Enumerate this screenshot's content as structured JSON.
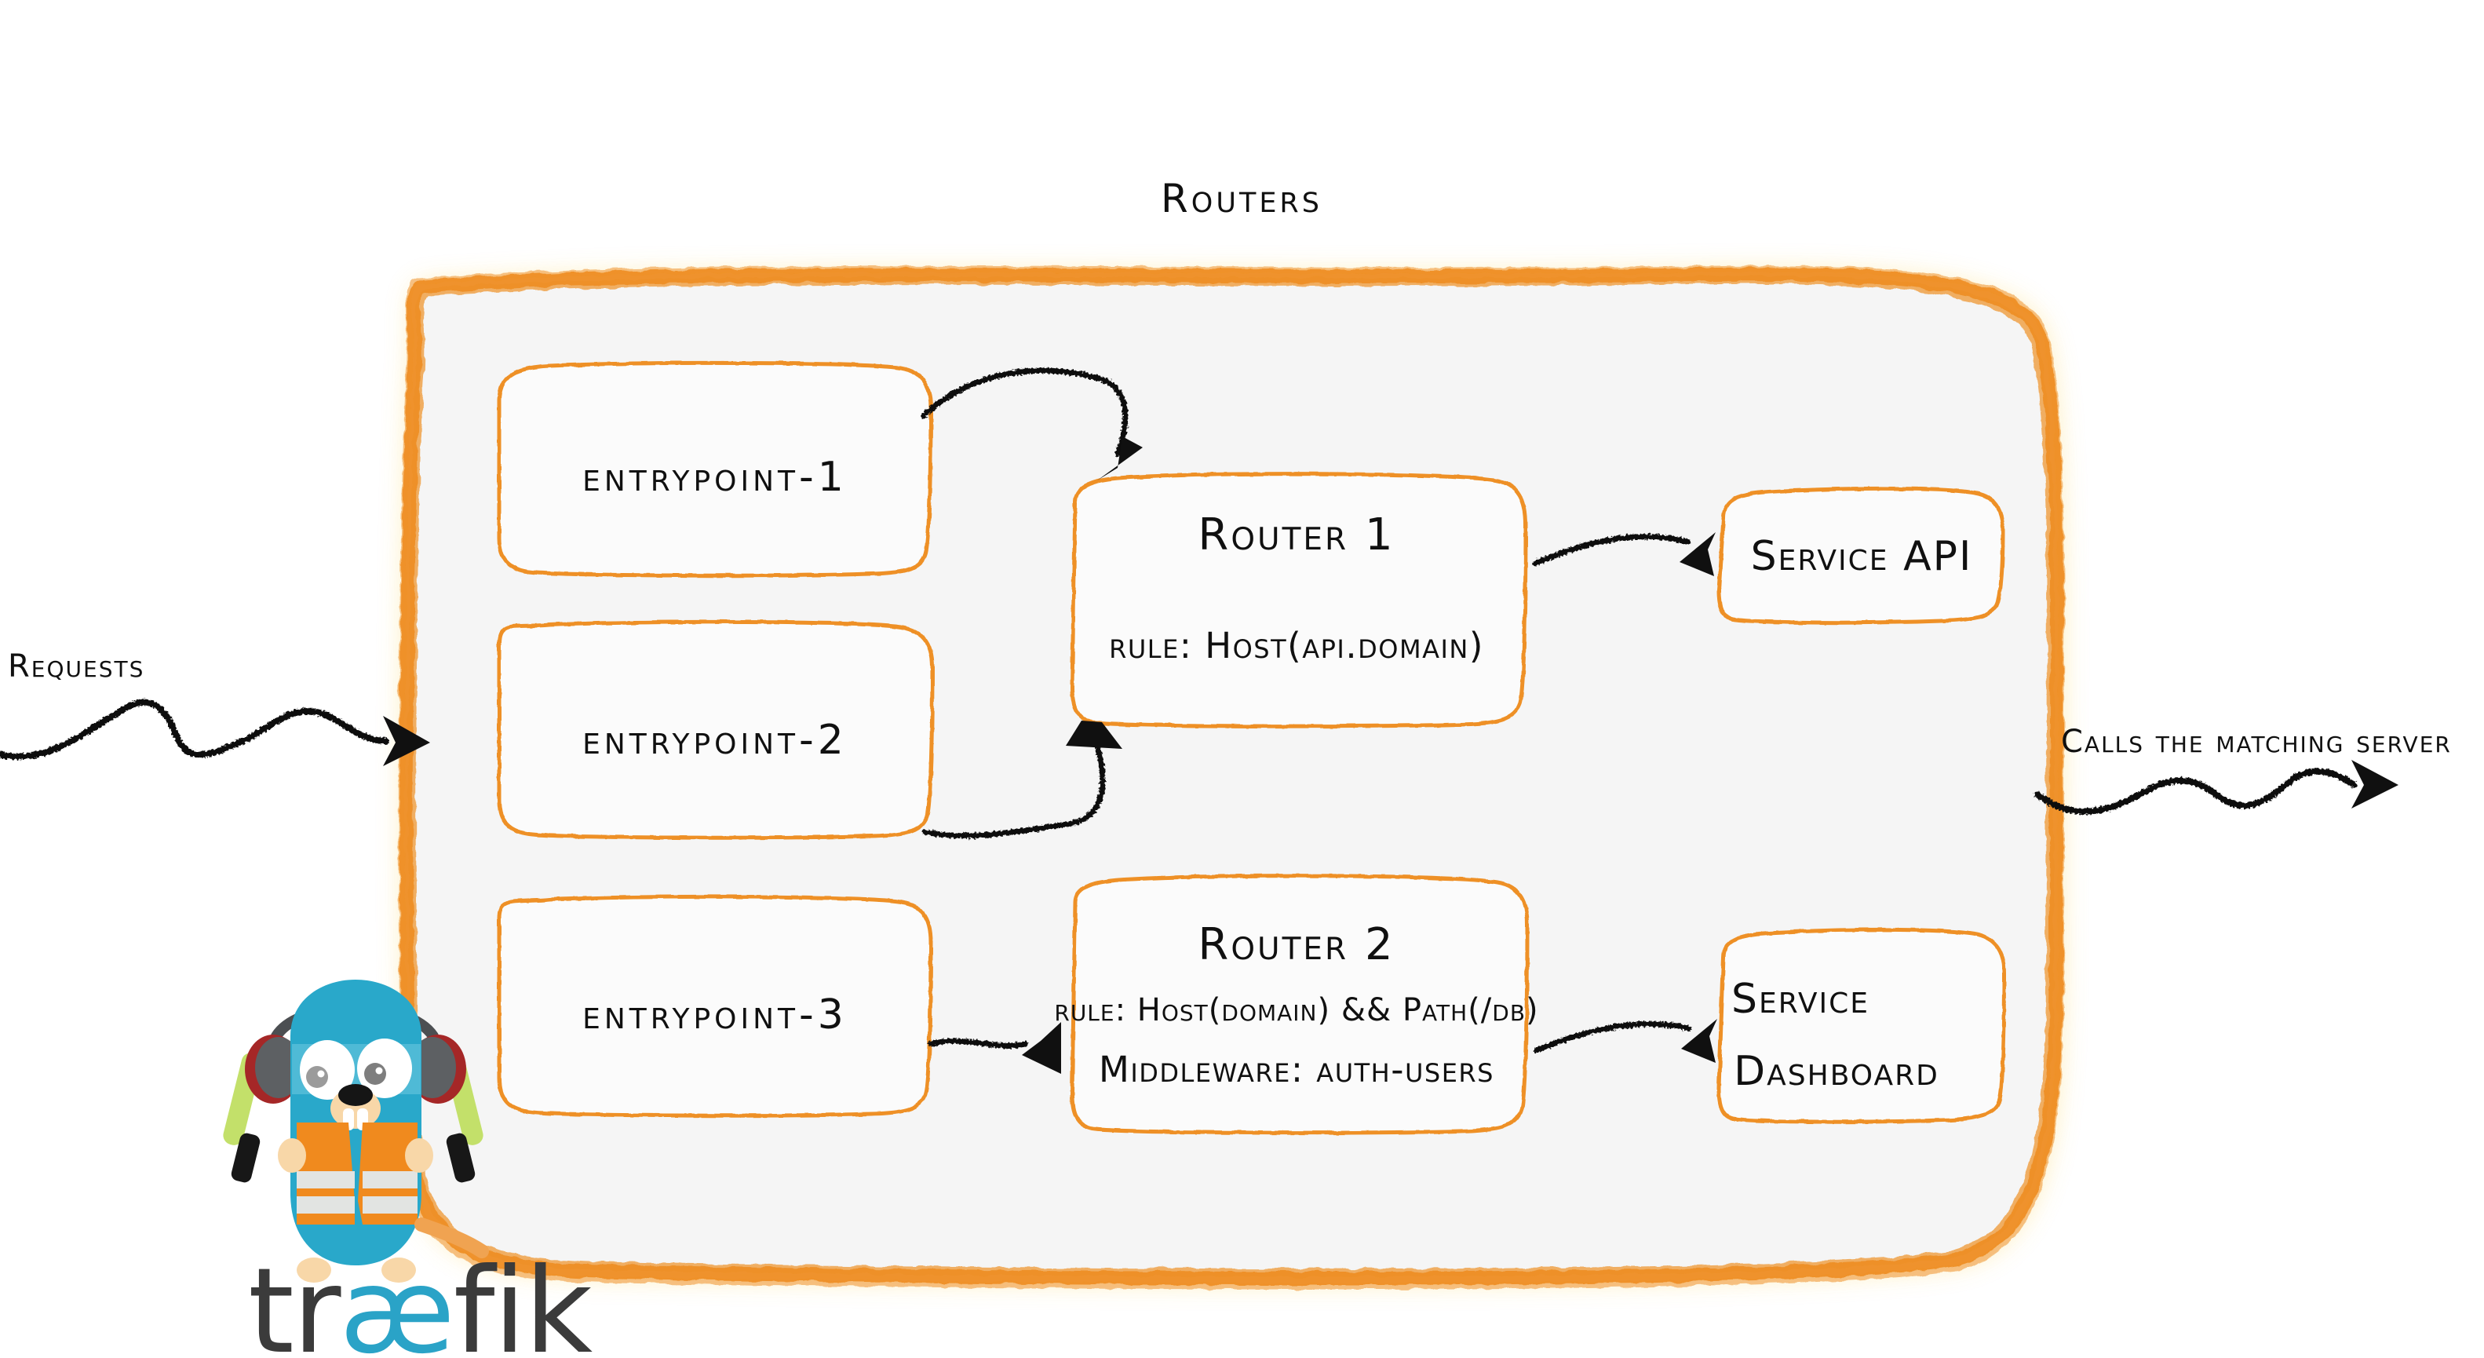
{
  "diagram": {
    "title": "Routers",
    "background": "#ffffff",
    "panel_fill": "#f5f5f5",
    "accent_orange": "#ee9025",
    "ink_black": "#101010",
    "glow": "#fdf3e2"
  },
  "left_label": {
    "text": "Requests",
    "arrow": "wavy-arrow-right"
  },
  "right_label": {
    "text": "Calls the matching server",
    "arrow": "wavy-arrow-right"
  },
  "entrypoints": [
    {
      "label": "entrypoint-1"
    },
    {
      "label": "entrypoint-2"
    },
    {
      "label": "entrypoint-3"
    }
  ],
  "routers": [
    {
      "name": "Router 1",
      "lines": [
        "rule: Host(api.domain)"
      ]
    },
    {
      "name": "Router 2",
      "lines": [
        "rule: Host(domain) && Path(/db)",
        "Middleware: auth-users"
      ]
    }
  ],
  "services": [
    {
      "lines": [
        "Service API"
      ]
    },
    {
      "lines": [
        "Service",
        "Dashboard"
      ]
    }
  ],
  "connections": [
    {
      "from": "entrypoint-1",
      "to": "Router 1"
    },
    {
      "from": "entrypoint-2",
      "to": "Router 1"
    },
    {
      "from": "entrypoint-3",
      "to": "Router 2"
    },
    {
      "from": "Router 1",
      "to": "Service API"
    },
    {
      "from": "Router 2",
      "to": "Service Dashboard"
    }
  ],
  "logo": {
    "wordmark_pre": "tr",
    "wordmark_ae": "æ",
    "wordmark_post": "fik",
    "mascot": "traefik-gopher-mascot",
    "colors": {
      "body": "#29a8ca",
      "vest": "#f08a1e",
      "stripe": "#e2e4e2",
      "headphone": "#5d6063",
      "headphone_accent": "#a52727",
      "wand": "#c3e06a",
      "skin": "#f8d7a8"
    }
  }
}
